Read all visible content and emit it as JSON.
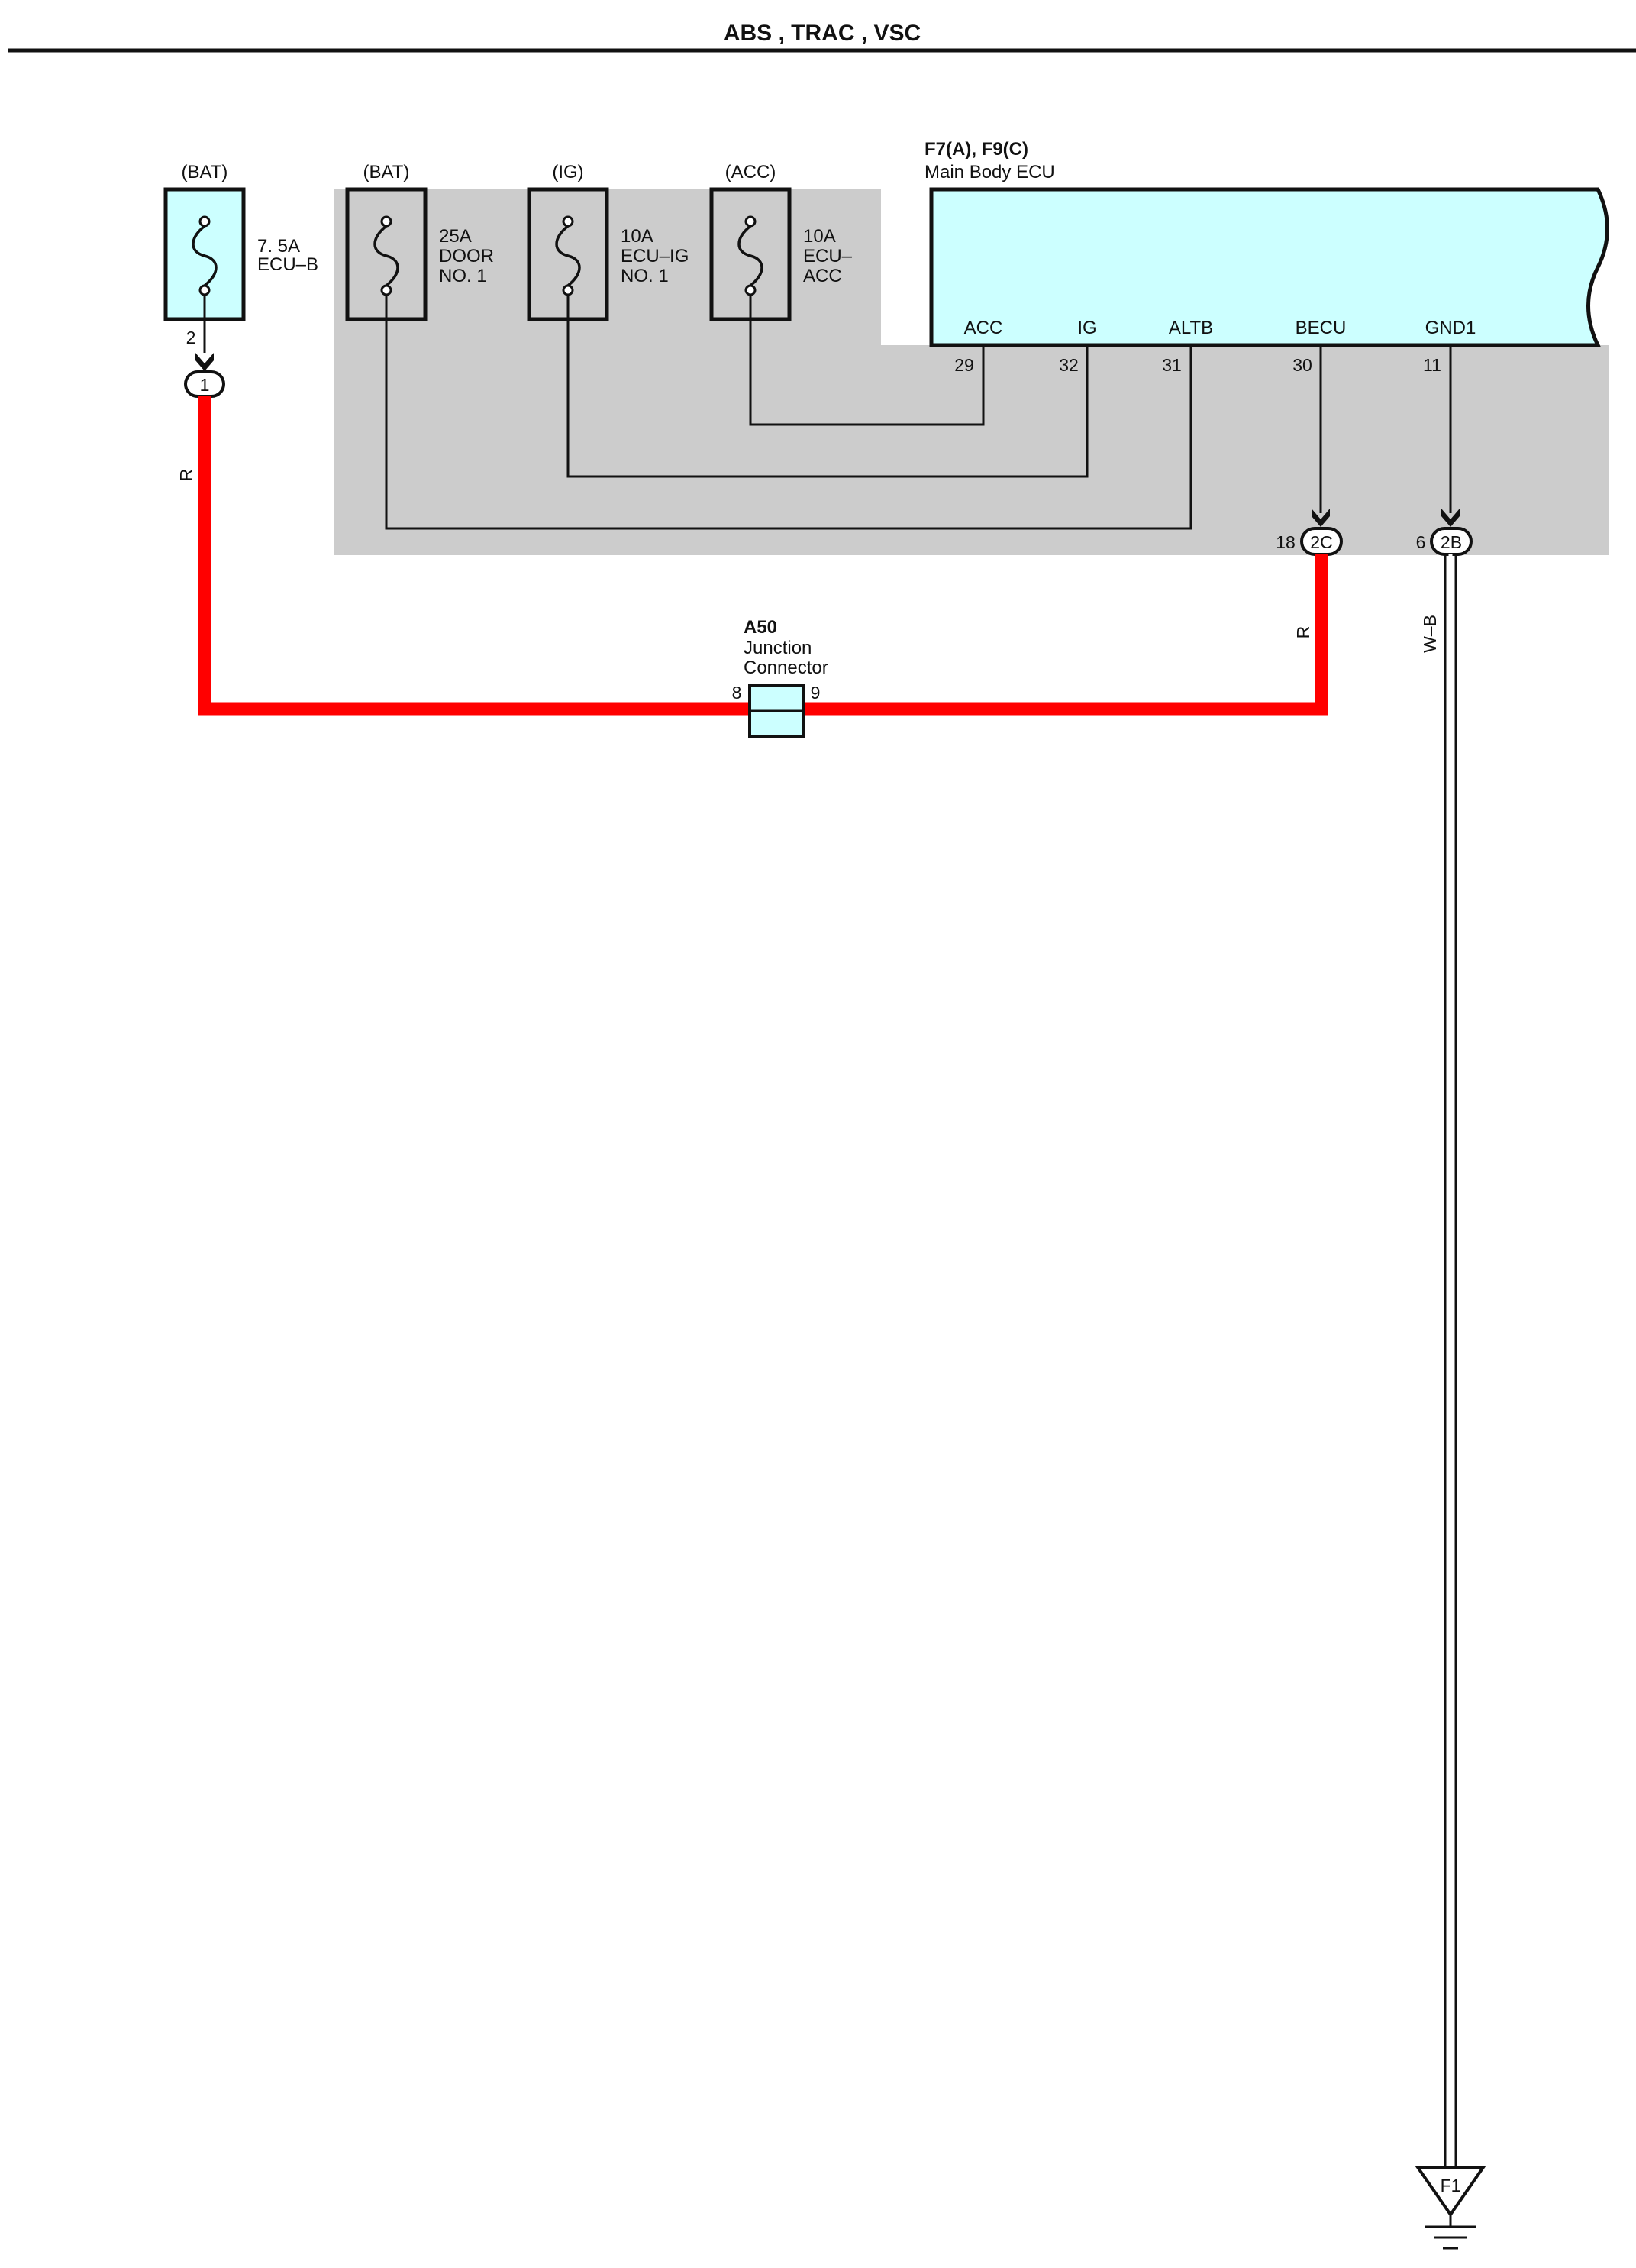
{
  "page": {
    "title": "ABS , TRAC , VSC"
  },
  "colors": {
    "relay_block": "#cccccc",
    "component_fill": "#ccffff",
    "wire_red": "#ff0000",
    "line": "#111111"
  },
  "fuses": [
    {
      "id": "ecu_b",
      "source": "(BAT)",
      "lines": [
        "7. 5A",
        "ECU–B"
      ]
    },
    {
      "id": "door1",
      "source": "(BAT)",
      "lines": [
        "25A",
        "DOOR",
        "NO. 1"
      ]
    },
    {
      "id": "ecu_ig1",
      "source": "(IG)",
      "lines": [
        "10A",
        "ECU–IG",
        "NO. 1"
      ]
    },
    {
      "id": "ecu_acc",
      "source": "(ACC)",
      "lines": [
        "10A",
        "ECU–",
        "ACC"
      ]
    }
  ],
  "ecu": {
    "code": "F7(A), F9(C)",
    "name": "Main Body ECU",
    "terminals": [
      {
        "name": "ACC",
        "pin": "29"
      },
      {
        "name": "IG",
        "pin": "32"
      },
      {
        "name": "ALTB",
        "pin": "31"
      },
      {
        "name": "BECU",
        "pin": "30"
      },
      {
        "name": "GND1",
        "pin": "11"
      }
    ]
  },
  "connectors": {
    "ecu_b_pin": "2",
    "c1": "1",
    "c2c": {
      "label": "2C",
      "pin": "18"
    },
    "c2b": {
      "label": "2B",
      "pin": "6"
    }
  },
  "junction": {
    "code": "A50",
    "lines": [
      "Junction",
      "Connector"
    ],
    "pin_left": "8",
    "pin_right": "9"
  },
  "wire_colors": {
    "left_red": "R",
    "right_red": "R",
    "ground": "W–B"
  },
  "ground": {
    "label": "F1"
  }
}
